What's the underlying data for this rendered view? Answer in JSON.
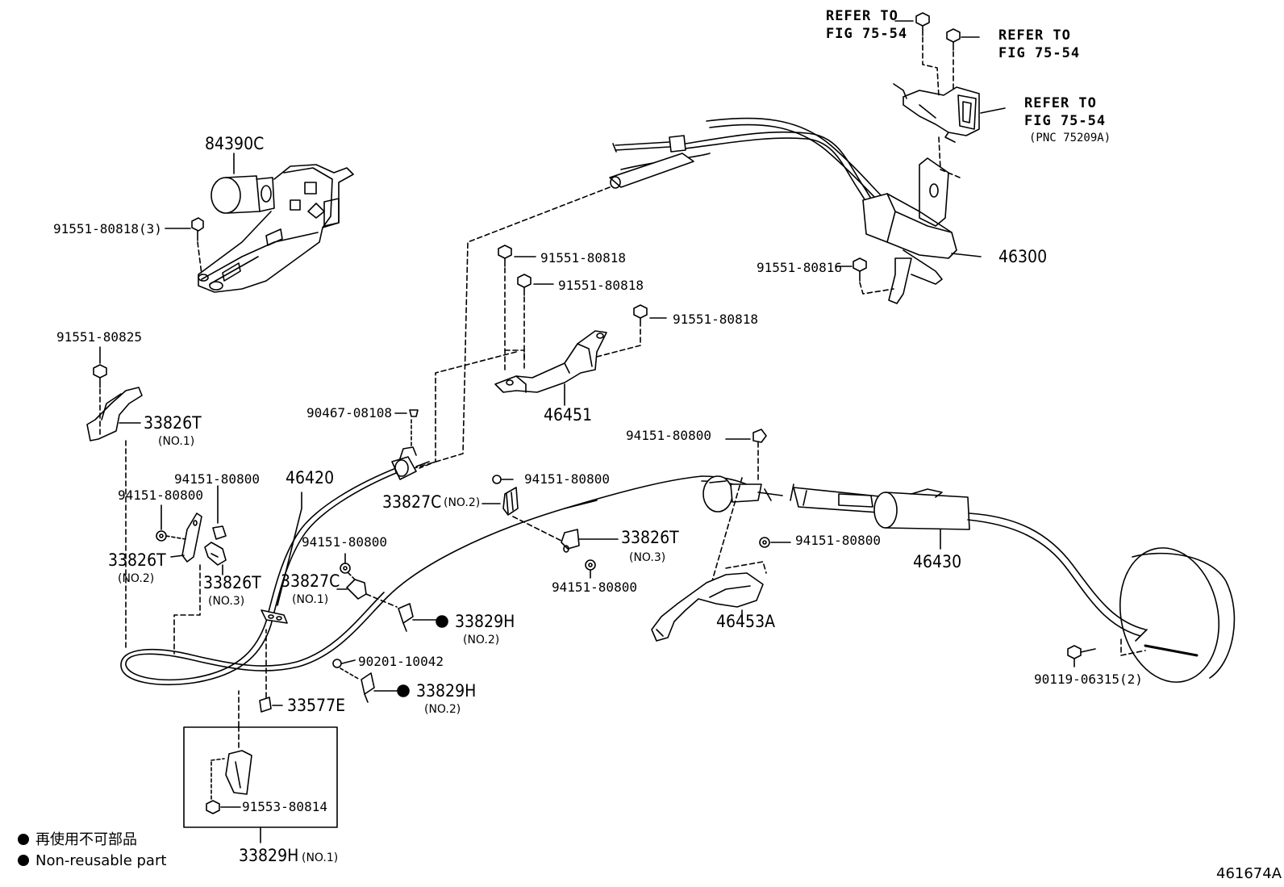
{
  "diagram": {
    "figure_id": "461674A",
    "legend": {
      "line1": "再使用不可部品",
      "line2": "Non-reusable part"
    },
    "refer": {
      "a_line1": "REFER TO",
      "a_line2": "FIG 75-54",
      "b_line1": "REFER TO",
      "b_line2": "FIG 75-54",
      "c_line1": "REFER TO",
      "c_line2": "FIG 75-54",
      "c_line3": "(PNC 75209A)"
    },
    "parts": {
      "p84390C": "84390C",
      "p91551_80818_3": "91551-80818(3)",
      "p46300": "46300",
      "p91551_80816": "91551-80816",
      "p91551_80818_a": "91551-80818",
      "p91551_80818_b": "91551-80818",
      "p91551_80818_c": "91551-80818",
      "p46451": "46451",
      "p91551_80825": "91551-80825",
      "p33826T_1": "33826T",
      "p33826T_1_sub": "(NO.1)",
      "p90467_08108": "90467-08108",
      "p94151_80800_top": "94151-80800",
      "p94151_80800_l1": "94151-80800",
      "p94151_80800_l2": "94151-80800",
      "p46420": "46420",
      "p33827C_2": "33827C",
      "p33827C_2_sub": "(NO.2)",
      "p94151_80800_m1": "94151-80800",
      "p33826T_3b": "33826T",
      "p33826T_3b_sub": "(NO.3)",
      "p94151_80800_m2": "94151-80800",
      "p94151_80800_r": "94151-80800",
      "p46430": "46430",
      "p33826T_2": "33826T",
      "p33826T_2_sub": "(NO.2)",
      "p33826T_3": "33826T",
      "p33826T_3_sub": "(NO.3)",
      "p94151_80800_c": "94151-80800",
      "p33827C_1": "33827C",
      "p33827C_1_sub": "(NO.1)",
      "p33829H_2a": "33829H",
      "p33829H_2a_sub": "(NO.2)",
      "p46453A": "46453A",
      "p90201_10042": "90201-10042",
      "p33829H_2b": "33829H",
      "p33829H_2b_sub": "(NO.2)",
      "p33577E": "33577E",
      "p90119_06315_2": "90119-06315(2)",
      "p91553_80814": "91553-80814",
      "p33829H_1": "33829H",
      "p33829H_1_sub": "(NO.1)"
    }
  }
}
